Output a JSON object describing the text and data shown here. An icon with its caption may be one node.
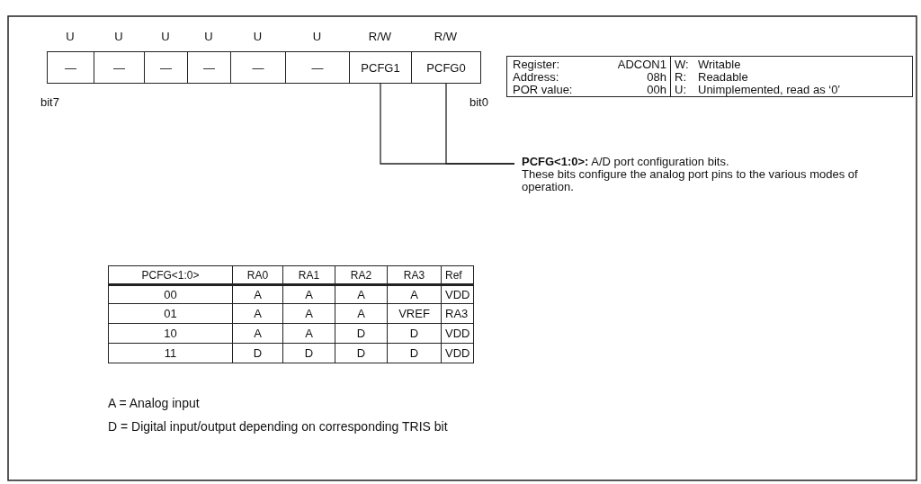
{
  "diagram": {
    "nodes": [
      {
        "text": [
          "—"
        ],
        "beside": [
          "U"
        ]
      },
      {
        "text": [
          "—"
        ],
        "beside": [
          "U"
        ]
      },
      {
        "text": [
          "—"
        ],
        "beside": [
          "U"
        ]
      },
      {
        "text": [
          "—"
        ],
        "beside": [
          "U"
        ]
      },
      {
        "text": [
          "—"
        ],
        "beside": [
          "U"
        ]
      },
      {
        "text": [
          "—"
        ],
        "beside": [
          "U"
        ]
      },
      {
        "text": [
          "PCFG1"
        ],
        "beside": [
          "R/W"
        ]
      },
      {
        "text": [
          "PCFG0"
        ],
        "beside": [
          "R/W"
        ]
      },
      {
        "text": [
          "**PCFG<1:0>:**  A/D port configuration bits.",
          "These bits configure the analog port pins to the various modes of operation."
        ]
      }
    ],
    "edges": [
      {
        "from": 6,
        "to": 8,
        "arrow": "none"
      },
      {
        "from": 7,
        "to": 8,
        "arrow": "none"
      }
    ],
    "labels": [
      "bit7",
      "bit0",
      "Register:",
      "ADCON1",
      "W:",
      "Writable",
      "Address:",
      "08h",
      "R:",
      "Readable",
      "POR value:",
      "00h",
      "U:",
      "Unimplemented, read as ‘0’",
      "PCFG<1:0>",
      "RA0",
      "RA1",
      "RA2",
      "RA3",
      "Ref",
      "00",
      "A",
      "A",
      "A",
      "A",
      "VDD",
      "01",
      "A",
      "A",
      "A",
      "VREF",
      "RA3",
      "10",
      "A",
      "A",
      "D",
      "D",
      "VDD",
      "11",
      "D",
      "D",
      "D",
      "D",
      "VDD",
      "A = Analog input",
      "D = Digital input/output depending on corresponding TRIS bit"
    ]
  }
}
